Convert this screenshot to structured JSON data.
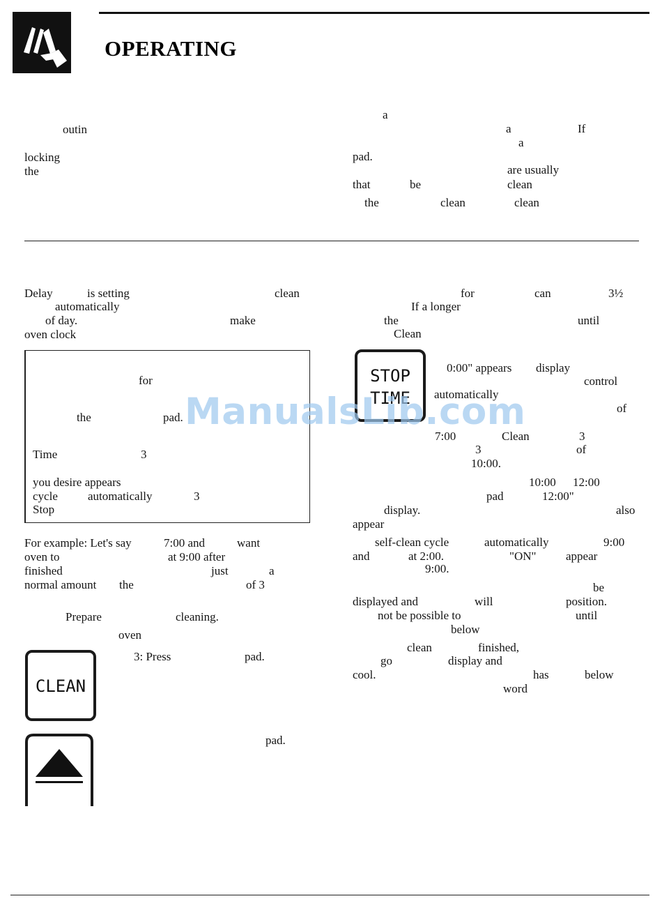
{
  "header": {
    "title": "OPERATING"
  },
  "watermark": "ManualsLib.com",
  "pads": {
    "clean_label": "CLEAN",
    "stop_label": "STOP",
    "time_label": "TIME"
  },
  "top_section": {
    "left": [
      "outin",
      "locking",
      "the"
    ],
    "right": [
      "a",
      "a",
      "If",
      "a",
      "pad.",
      "are usually",
      "that",
      "be",
      "clean",
      "the",
      "clean",
      "clean"
    ]
  },
  "left_column": {
    "intro": [
      "Delay",
      "is setting",
      "clean",
      "automatically",
      "of day.",
      "make",
      "oven clock"
    ],
    "box": [
      "for",
      "the",
      "pad.",
      "Time",
      "3",
      "you desire appears",
      "cycle",
      "automatically",
      "3",
      "Stop"
    ],
    "example": [
      "For example: Let's say",
      "7:00 and",
      "want",
      "oven to",
      "at 9:00 after",
      "finished",
      "just",
      "a",
      "normal amount",
      "the",
      "of 3"
    ],
    "steps": [
      "Prepare",
      "cleaning.",
      "oven",
      "3: Press",
      "pad.",
      "pad."
    ]
  },
  "right_column": {
    "intro": [
      "for",
      "can",
      "3½",
      "If a longer",
      "the",
      "until",
      "Clean"
    ],
    "stop_text": [
      "0:00\" appears",
      "display",
      "control",
      "automatically",
      "of",
      "7:00",
      "Clean",
      "3",
      "3",
      "of",
      "10:00."
    ],
    "block": [
      "10:00",
      "12:00",
      "pad",
      "12:00\"",
      "display.",
      "also",
      "appear",
      "self-clean cycle",
      "automatically",
      "9:00",
      "and",
      "at 2:00.",
      "\"ON\"",
      "appear",
      "9:00.",
      "be",
      "displayed and",
      "will",
      "position.",
      "not be possible to",
      "until",
      "below",
      "clean",
      "finished,",
      "go",
      "display and",
      "cool.",
      "has",
      "below",
      "word"
    ]
  },
  "colors": {
    "ink": "#111111",
    "watermark": "#9ec8ee"
  }
}
